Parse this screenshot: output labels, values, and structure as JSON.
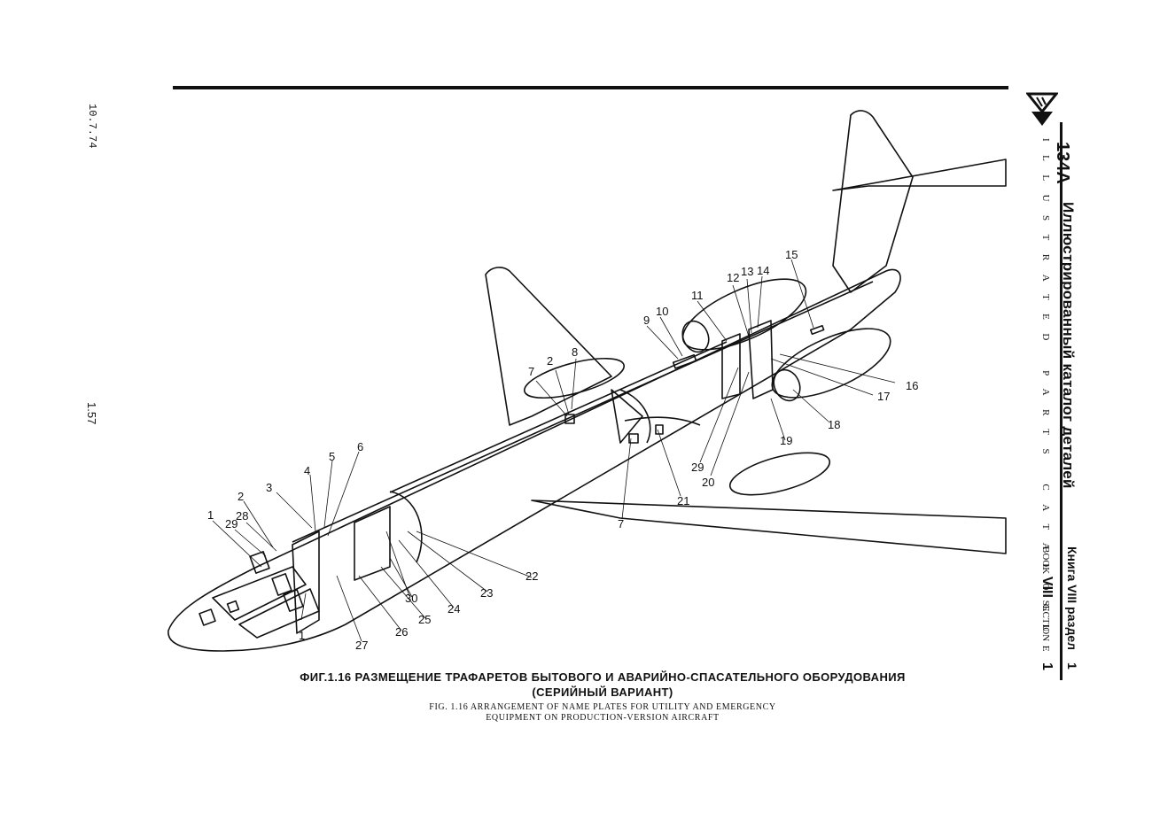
{
  "header": {
    "model": "134A",
    "catalog_title_ru": "Иллюстрированный каталог деталей",
    "catalog_title_en": "ILLUSTRATED PARTS CATALOGUE",
    "book_ru": "Книга VIII раздел",
    "book_en_prefix": "BOOK ",
    "book_en_number": "VIII",
    "book_en_suffix": " SECTION",
    "section_ru": "1",
    "section_en": "1"
  },
  "margin": {
    "date": "10.7.74",
    "page_number": "1.57"
  },
  "figure": {
    "caption_ru_line1": "ФИГ.1.16  РАЗМЕЩЕНИЕ  ТРАФАРЕТОВ  БЫТОВОГО  И  АВАРИЙНО-СПАСАТЕЛЬНОГО  ОБОРУДОВАНИЯ",
    "caption_ru_line2": "(СЕРИЙНЫЙ  ВАРИАНТ)",
    "caption_en_line1": "FIG. 1.16  ARRANGEMENT OF NAME PLATES FOR UTILITY AND EMERGENCY",
    "caption_en_line2": "EQUIPMENT ON PRODUCTION-VERSION AIRCRAFT",
    "callouts": [
      "1",
      "1",
      "2",
      "2",
      "3",
      "4",
      "5",
      "6",
      "7",
      "7",
      "8",
      "9",
      "10",
      "11",
      "12",
      "13",
      "14",
      "15",
      "16",
      "17",
      "18",
      "19",
      "20",
      "21",
      "22",
      "23",
      "24",
      "25",
      "26",
      "27",
      "28",
      "29",
      "29",
      "30"
    ]
  }
}
